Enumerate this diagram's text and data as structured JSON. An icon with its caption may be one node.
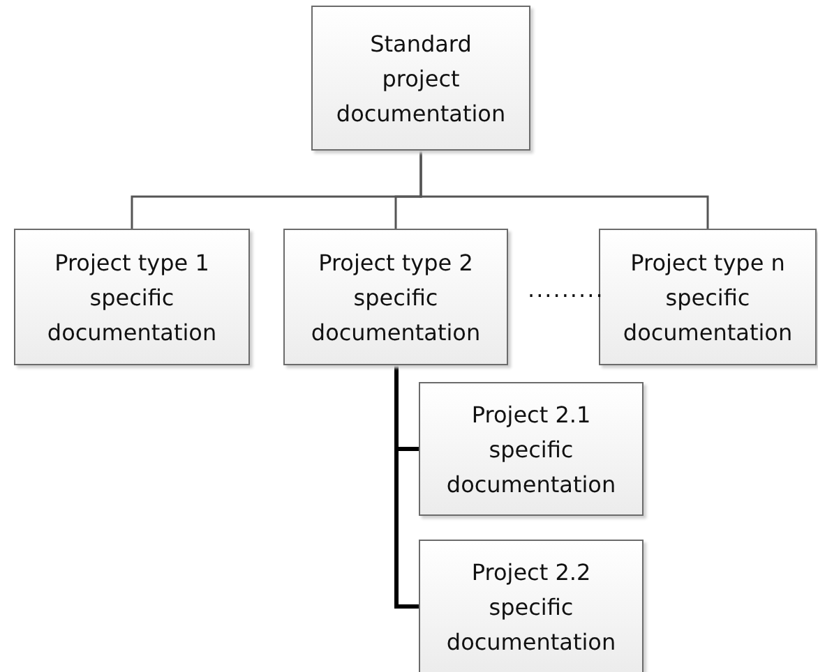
{
  "diagram": {
    "nodes": [
      {
        "text": [
          "Standard project documentation"
        ]
      },
      {
        "text": [
          "Project type 1 specific documentation"
        ]
      },
      {
        "text": [
          "Project type 2 specific documentation"
        ]
      },
      {
        "text": [
          "Project type n specific documentation"
        ]
      },
      {
        "text": [
          "Project 2.1 specific documentation"
        ]
      },
      {
        "text": [
          "Project 2.2 specific documentation"
        ]
      }
    ],
    "edges": [
      {
        "from": 0,
        "to": 1,
        "arrow": "none"
      },
      {
        "from": 0,
        "to": 2,
        "arrow": "none"
      },
      {
        "from": 0,
        "to": 3,
        "arrow": "none"
      },
      {
        "from": 2,
        "to": 4,
        "arrow": "none",
        "style": "thick"
      },
      {
        "from": 2,
        "to": 5,
        "arrow": "none",
        "style": "thick"
      }
    ],
    "labels": [
      "........."
    ]
  }
}
